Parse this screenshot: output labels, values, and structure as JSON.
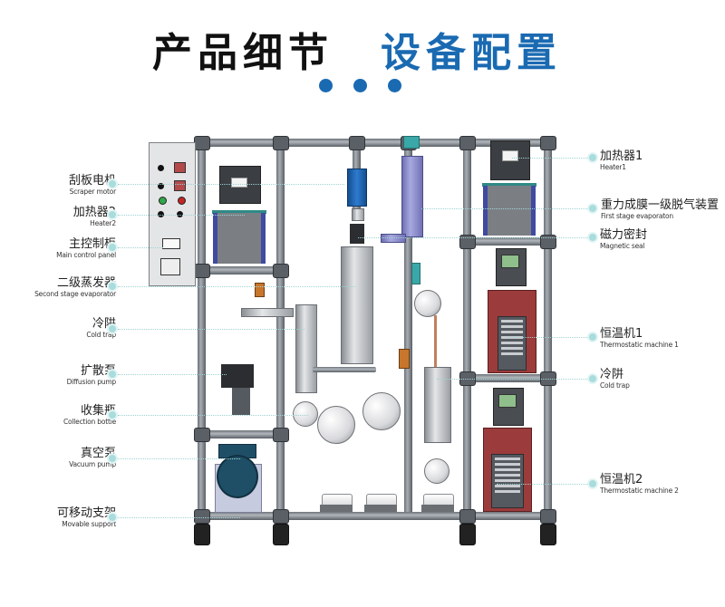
{
  "header": {
    "title_black": "产品细节",
    "title_blue": "设备配置",
    "title_blue_color": "#1a6ab2",
    "dots_count": 3
  },
  "labels_left": [
    {
      "zh": "刮板电机",
      "en": "Scraper motor"
    },
    {
      "zh": "加热器2",
      "en": "Heater2"
    },
    {
      "zh": "主控制柜",
      "en": "Main control panel"
    },
    {
      "zh": "二级蒸发器",
      "en": "Second stage evaporator"
    },
    {
      "zh": "冷阱",
      "en": "Cold trap"
    },
    {
      "zh": "扩散泵",
      "en": "Diffusion pump"
    },
    {
      "zh": "收集瓶",
      "en": "Collection bottle"
    },
    {
      "zh": "真空泵",
      "en": "Vacuum pump"
    },
    {
      "zh": "可移动支架",
      "en": "Movable support"
    }
  ],
  "labels_right": [
    {
      "zh": "加热器1",
      "en": "Heater1"
    },
    {
      "zh": "重力成膜一级脱气装置",
      "en": "First stage  evaporaton"
    },
    {
      "zh": "磁力密封",
      "en": "Magnetic seal"
    },
    {
      "zh": "恒温机1",
      "en": "Thermostatic machine 1"
    },
    {
      "zh": "冷阱",
      "en": "Cold trap"
    },
    {
      "zh": "恒温机2",
      "en": "Thermostatic machine 2"
    }
  ],
  "colors": {
    "marker": "#a9dcdc",
    "leader": "#9fd3d3",
    "frame": "#7a8086",
    "heater_side": "#3f4aa0",
    "chiller_body": "#9c3b3b",
    "first_stage": "#9a9bd6",
    "scraper_motor": "#2d7bd0"
  }
}
